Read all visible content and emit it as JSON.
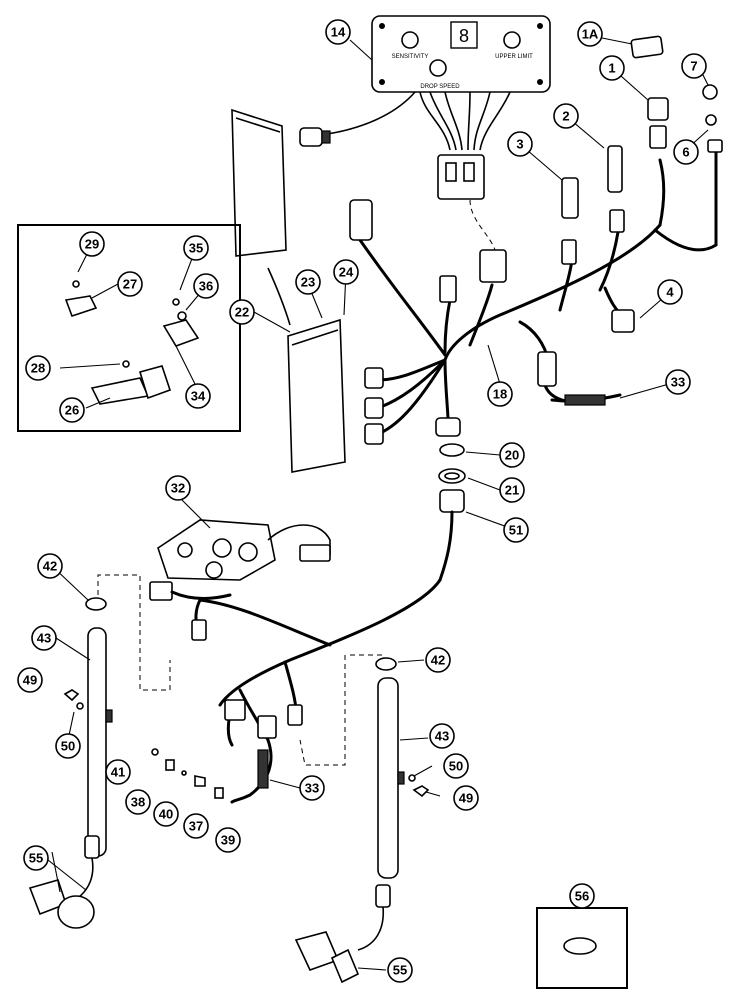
{
  "callouts": [
    "14",
    "1A",
    "1",
    "7",
    "2",
    "3",
    "6",
    "29",
    "35",
    "27",
    "36",
    "24",
    "23",
    "22",
    "4",
    "28",
    "34",
    "26",
    "18",
    "33",
    "20",
    "21",
    "32",
    "51",
    "42",
    "43",
    "49",
    "50",
    "41",
    "38",
    "40",
    "37",
    "39",
    "55",
    "56"
  ],
  "control_panel": {
    "label_left": "SENSITIVITY",
    "label_center": "DROP SPEED",
    "label_right": "UPPER LIMIT",
    "display_digit": "8"
  }
}
